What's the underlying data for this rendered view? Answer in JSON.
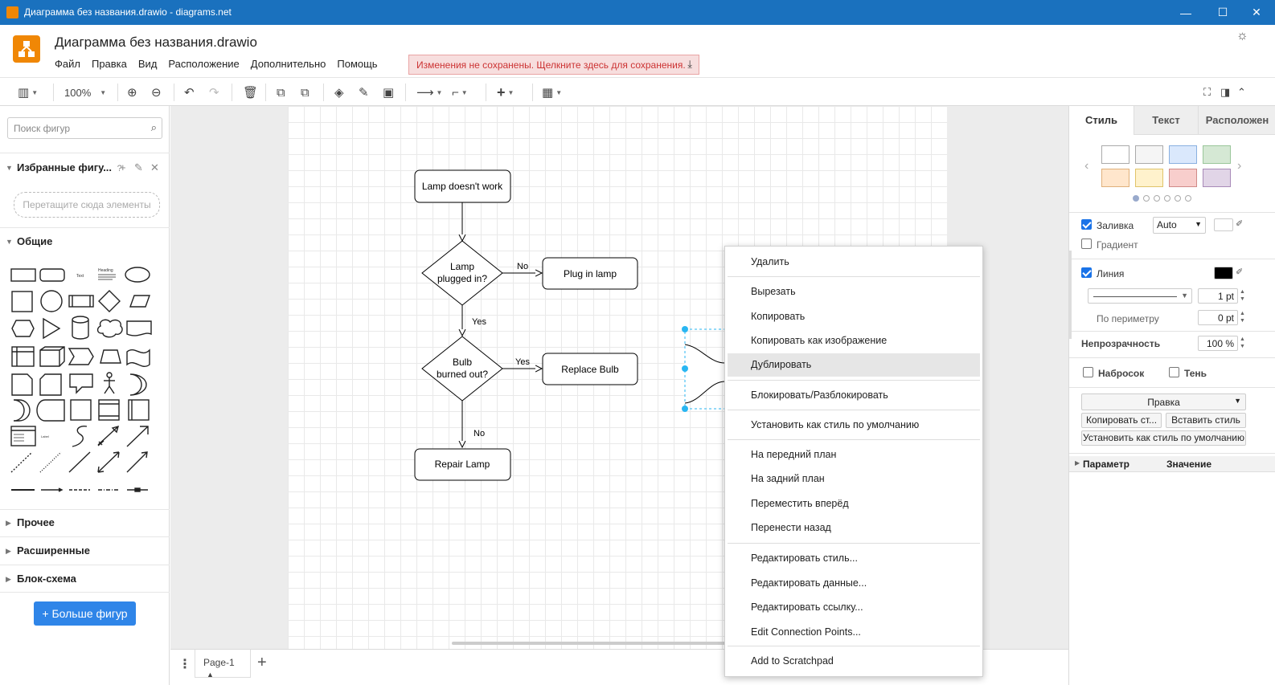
{
  "window": {
    "title": "Диаграмма без названия.drawio - diagrams.net",
    "minimize": "—",
    "maximize": "☐",
    "close": "✕"
  },
  "header": {
    "doc_title": "Диаграмма без названия.drawio",
    "menu": [
      "Файл",
      "Правка",
      "Вид",
      "Расположение",
      "Дополнительно",
      "Помощь"
    ],
    "unsaved": "Изменения не сохранены. Щелкните здесь для сохранения."
  },
  "toolbar": {
    "zoom": "100%"
  },
  "sidebar": {
    "search_placeholder": "Поиск фигур",
    "favorites": "Избранные фигу...",
    "favorites_help": "?",
    "dropzone": "Перетащите сюда элементы",
    "general": "Общие",
    "other": "Прочее",
    "advanced": "Расширенные",
    "flowchart": "Блок-схема",
    "more_shapes": "+ Больше фигур",
    "shape_text_sample": "Text",
    "shape_heading_sample": "Heading",
    "shape_label_sample": "Label"
  },
  "diagram": {
    "nodes": {
      "start": "Lamp doesn't work",
      "q1": [
        "Lamp",
        "plugged in?"
      ],
      "plug": "Plug in lamp",
      "q2": [
        "Bulb",
        "burned out?"
      ],
      "replace": "Replace Bulb",
      "repair": "Repair Lamp"
    },
    "edges": {
      "q1_no": "No",
      "q1_yes": "Yes",
      "q2_yes": "Yes",
      "q2_no": "No"
    }
  },
  "bottom": {
    "page_tab": "Page-1"
  },
  "format_panel": {
    "tabs": [
      "Стиль",
      "Текст",
      "Расположен"
    ],
    "swatches": [
      "#ffffff",
      "#f5f5f5",
      "#dae8fc",
      "#d5e8d4",
      "#ffe6cc",
      "#fff2cc",
      "#f8cecc",
      "#e1d5e7"
    ],
    "fill": "Заливка",
    "fill_value": "Auto",
    "gradient": "Градиент",
    "line": "Линия",
    "line_width": "1 pt",
    "perimeter": "По периметру",
    "perimeter_value": "0 pt",
    "opacity": "Непрозрачность",
    "opacity_value": "100 %",
    "sketch": "Набросок",
    "shadow": "Тень",
    "edit_select": "Правка",
    "copy_style": "Копировать ст...",
    "paste_style": "Вставить стиль",
    "set_default": "Установить как стиль по умолчанию",
    "param": "Параметр",
    "value": "Значение"
  },
  "context_menu": {
    "items": [
      "Удалить",
      "Вырезать",
      "Копировать",
      "Копировать как изображение",
      "Дублировать",
      "Блокировать/Разблокировать",
      "Установить как стиль по умолчанию",
      "На передний план",
      "На задний план",
      "Переместить вперёд",
      "Перенести назад",
      "Редактировать стиль...",
      "Редактировать данные...",
      "Редактировать ссылку...",
      "Edit Connection Points...",
      "Add to Scratchpad"
    ],
    "highlighted": "Дублировать"
  }
}
